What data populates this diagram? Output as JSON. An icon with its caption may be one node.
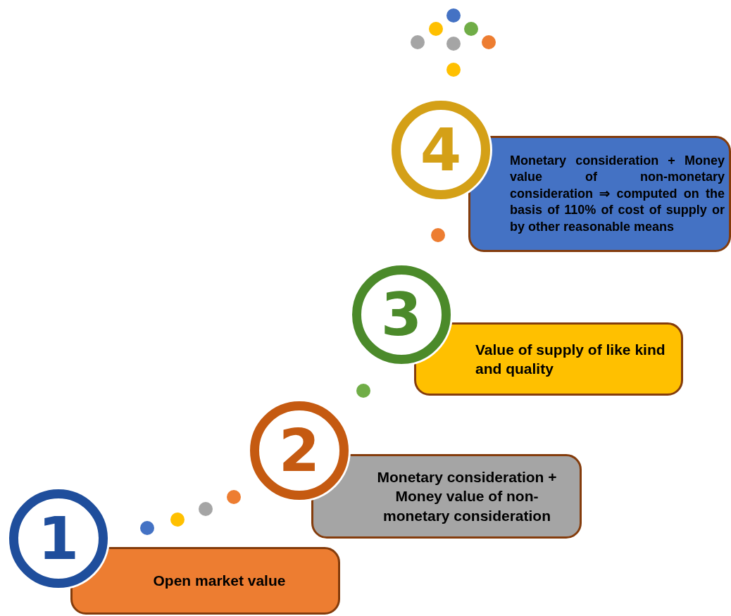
{
  "diagram": {
    "nodes": [
      {
        "text": [
          "1"
        ]
      },
      {
        "text": [
          "Open market value"
        ]
      },
      {
        "text": [
          "2"
        ]
      },
      {
        "text": [
          "Monetary consideration + Money value of non-monetary consideration"
        ]
      },
      {
        "text": [
          "3"
        ]
      },
      {
        "text": [
          "Value of supply of like kind and quality"
        ]
      },
      {
        "text": [
          "4"
        ]
      },
      {
        "text": [
          "Monetary consideration + Money value of non-monetary consideration ⇒ computed on the basis of 110% of cost of supply or by other reasonable means"
        ]
      }
    ]
  }
}
